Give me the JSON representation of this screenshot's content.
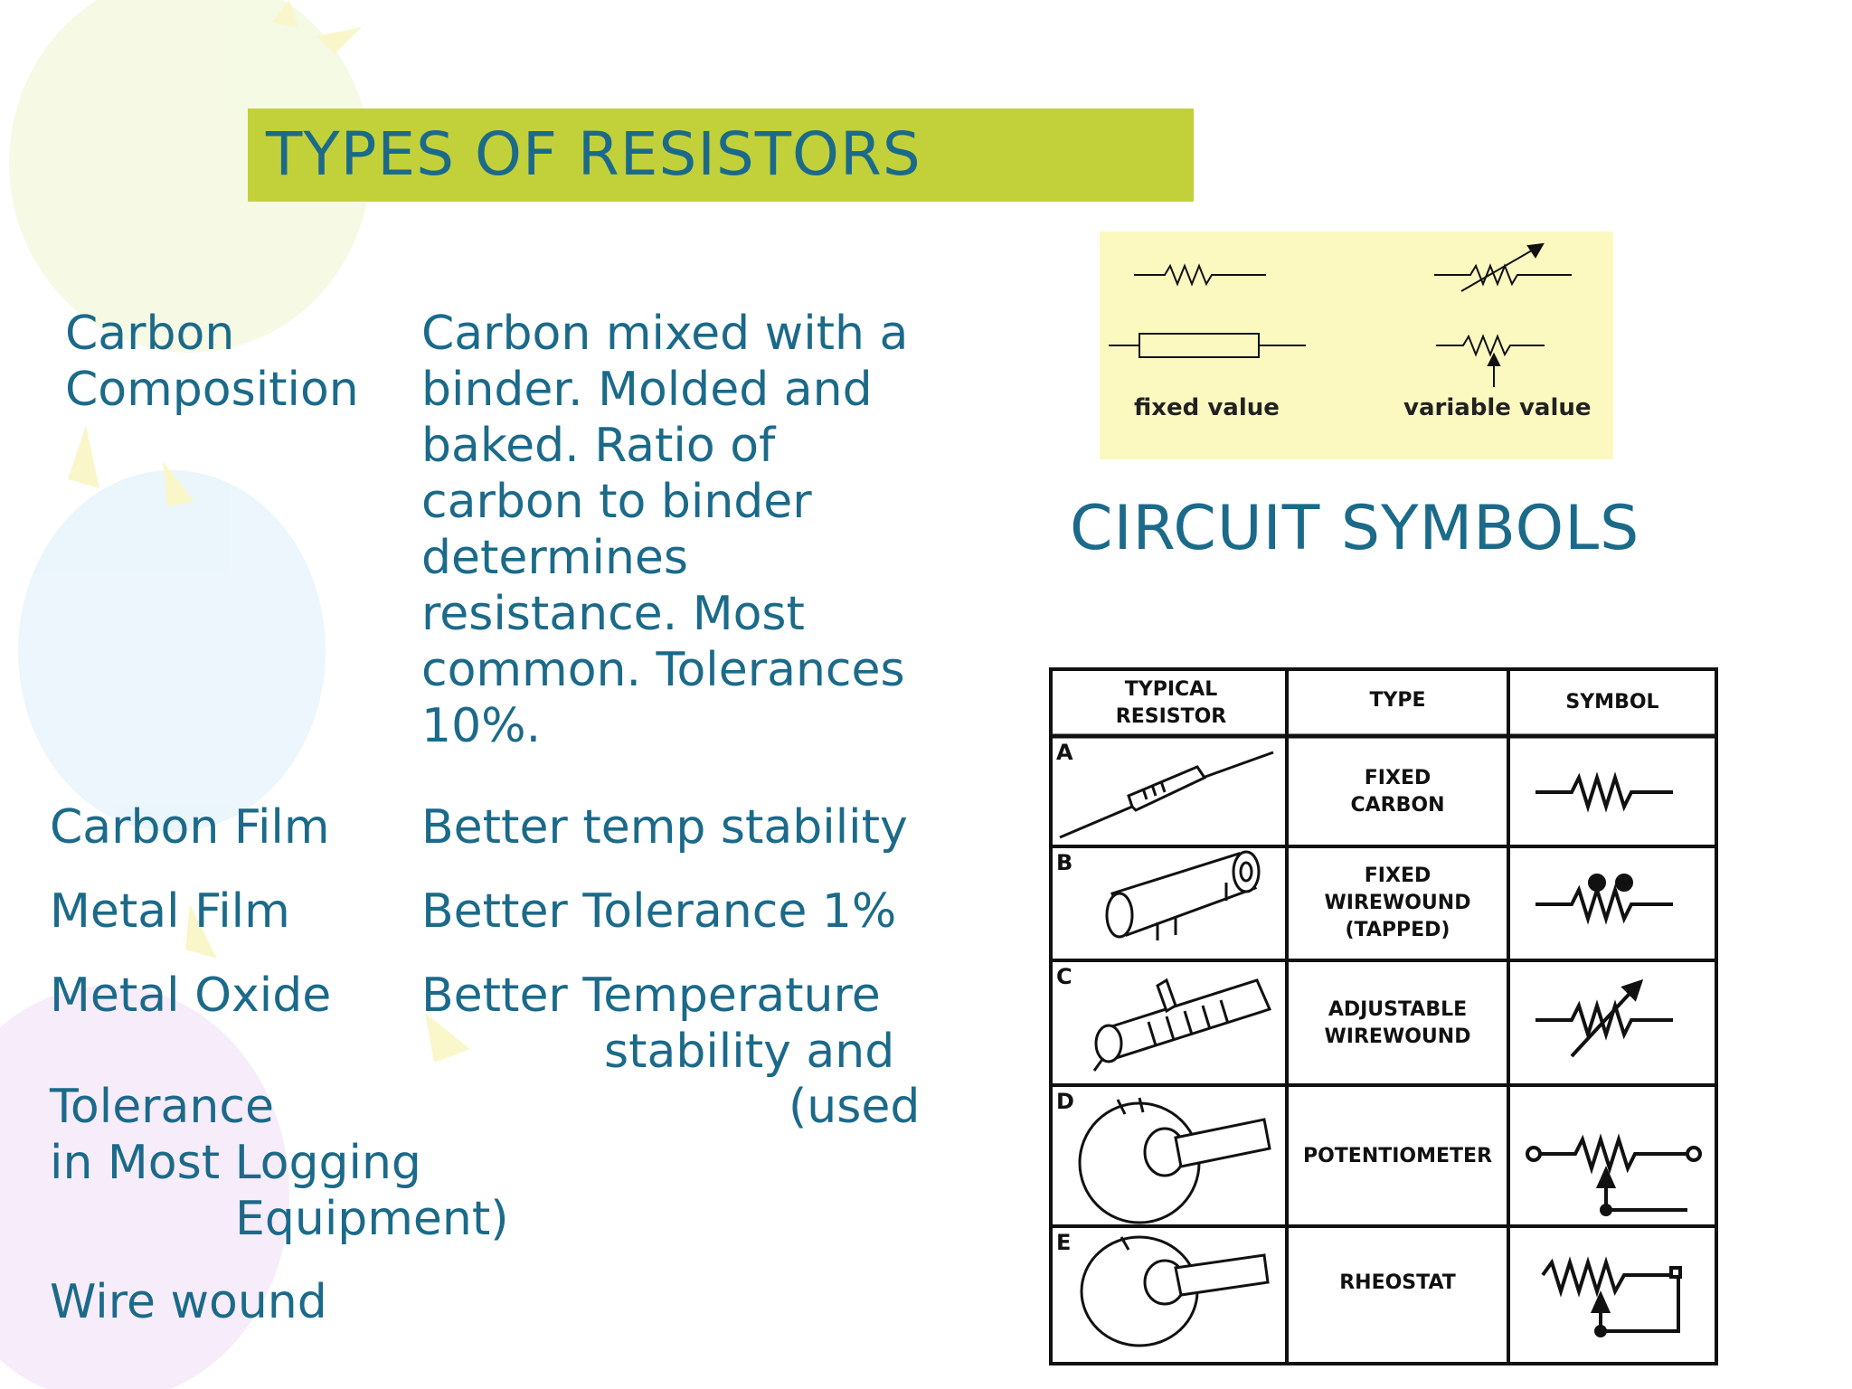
{
  "title": "TYPES OF RESISTORS",
  "resistor_types": [
    {
      "label_lines": [
        "Carbon",
        "Composition"
      ],
      "description": "Carbon mixed with a binder. Molded and baked. Ratio of carbon to binder determines resistance. Most common. Tolerances 10%."
    },
    {
      "label": "Carbon Film",
      "description": "Better temp stability"
    },
    {
      "label": "Metal Film",
      "description": "Better Tolerance 1%"
    },
    {
      "label": "Metal Oxide",
      "description_lines": [
        "Better Temperature",
        "stability and"
      ]
    },
    {
      "lines": [
        "Tolerance",
        "(used",
        "in Most Logging",
        "Equipment)"
      ]
    },
    {
      "label": "Wire wound"
    }
  ],
  "symbols_box": {
    "fixed_caption": "fixed value",
    "variable_caption": "variable value",
    "background": "#fcf9c0"
  },
  "circuit_symbols_heading": "CIRCUIT SYMBOLS",
  "resistor_table": {
    "headers": {
      "typical_resistor": [
        "TYPICAL",
        "RESISTOR"
      ],
      "type": "TYPE",
      "symbol": "SYMBOL"
    },
    "rows": [
      {
        "letter": "A",
        "type_lines": [
          "FIXED",
          "CARBON"
        ],
        "icon": "fixed-carbon-resistor",
        "symbol": "zigzag"
      },
      {
        "letter": "B",
        "type_lines": [
          "FIXED",
          "WIREWOUND",
          "(TAPPED)"
        ],
        "icon": "tapped-wirewound-resistor",
        "symbol": "tapped-zigzag"
      },
      {
        "letter": "C",
        "type_lines": [
          "ADJUSTABLE",
          "WIREWOUND"
        ],
        "icon": "adjustable-wirewound-resistor",
        "symbol": "zigzag-with-arrow"
      },
      {
        "letter": "D",
        "type_lines": [
          "POTENTIOMETER"
        ],
        "icon": "potentiometer",
        "symbol": "three-terminal-wiper"
      },
      {
        "letter": "E",
        "type_lines": [
          "RHEOSTAT"
        ],
        "icon": "rheostat",
        "symbol": "two-terminal-wiper"
      }
    ]
  },
  "colors": {
    "title_bar": "#c2d13a",
    "text": "#1b6a8a"
  }
}
